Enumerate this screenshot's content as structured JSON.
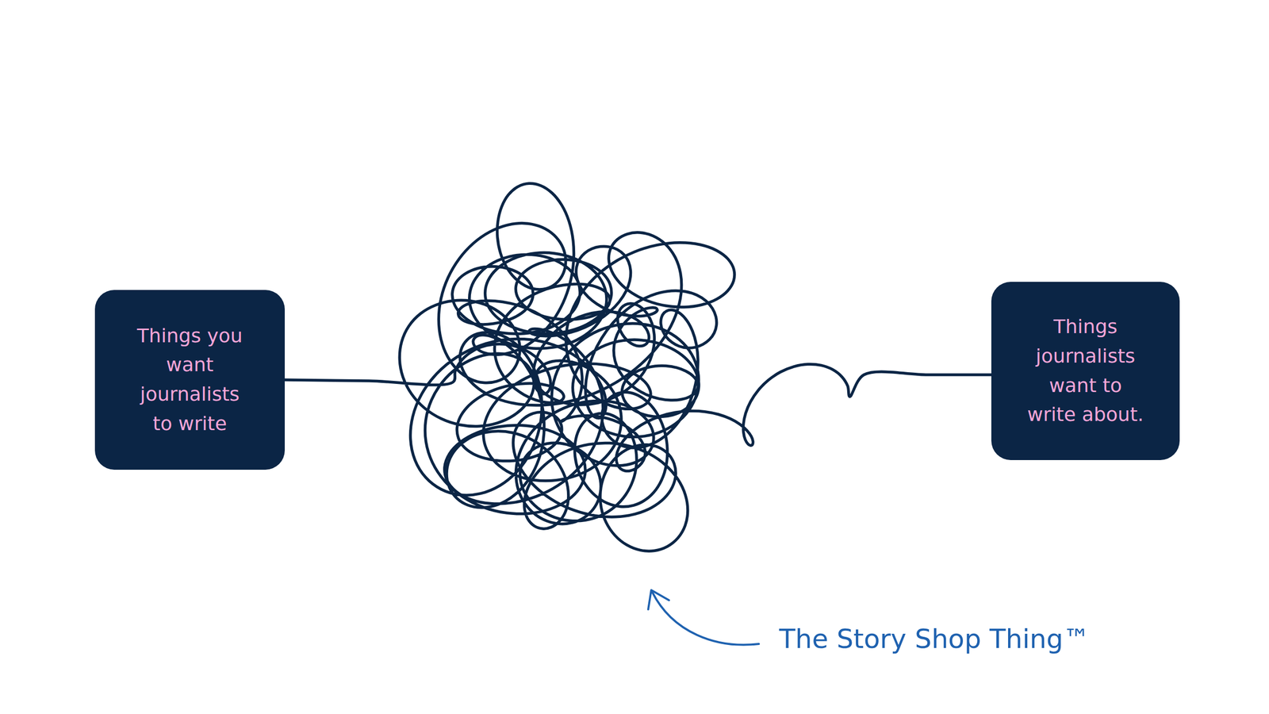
{
  "diagram": {
    "nodes": [
      {
        "text": [
          "Things you want journalists to write"
        ]
      },
      {
        "text": [
          "Things journalists want to write about."
        ]
      }
    ],
    "edges": [
      {
        "from": 0,
        "to": 1,
        "arrow": "none"
      }
    ],
    "labels": [
      "The Story Shop Thing™"
    ]
  }
}
